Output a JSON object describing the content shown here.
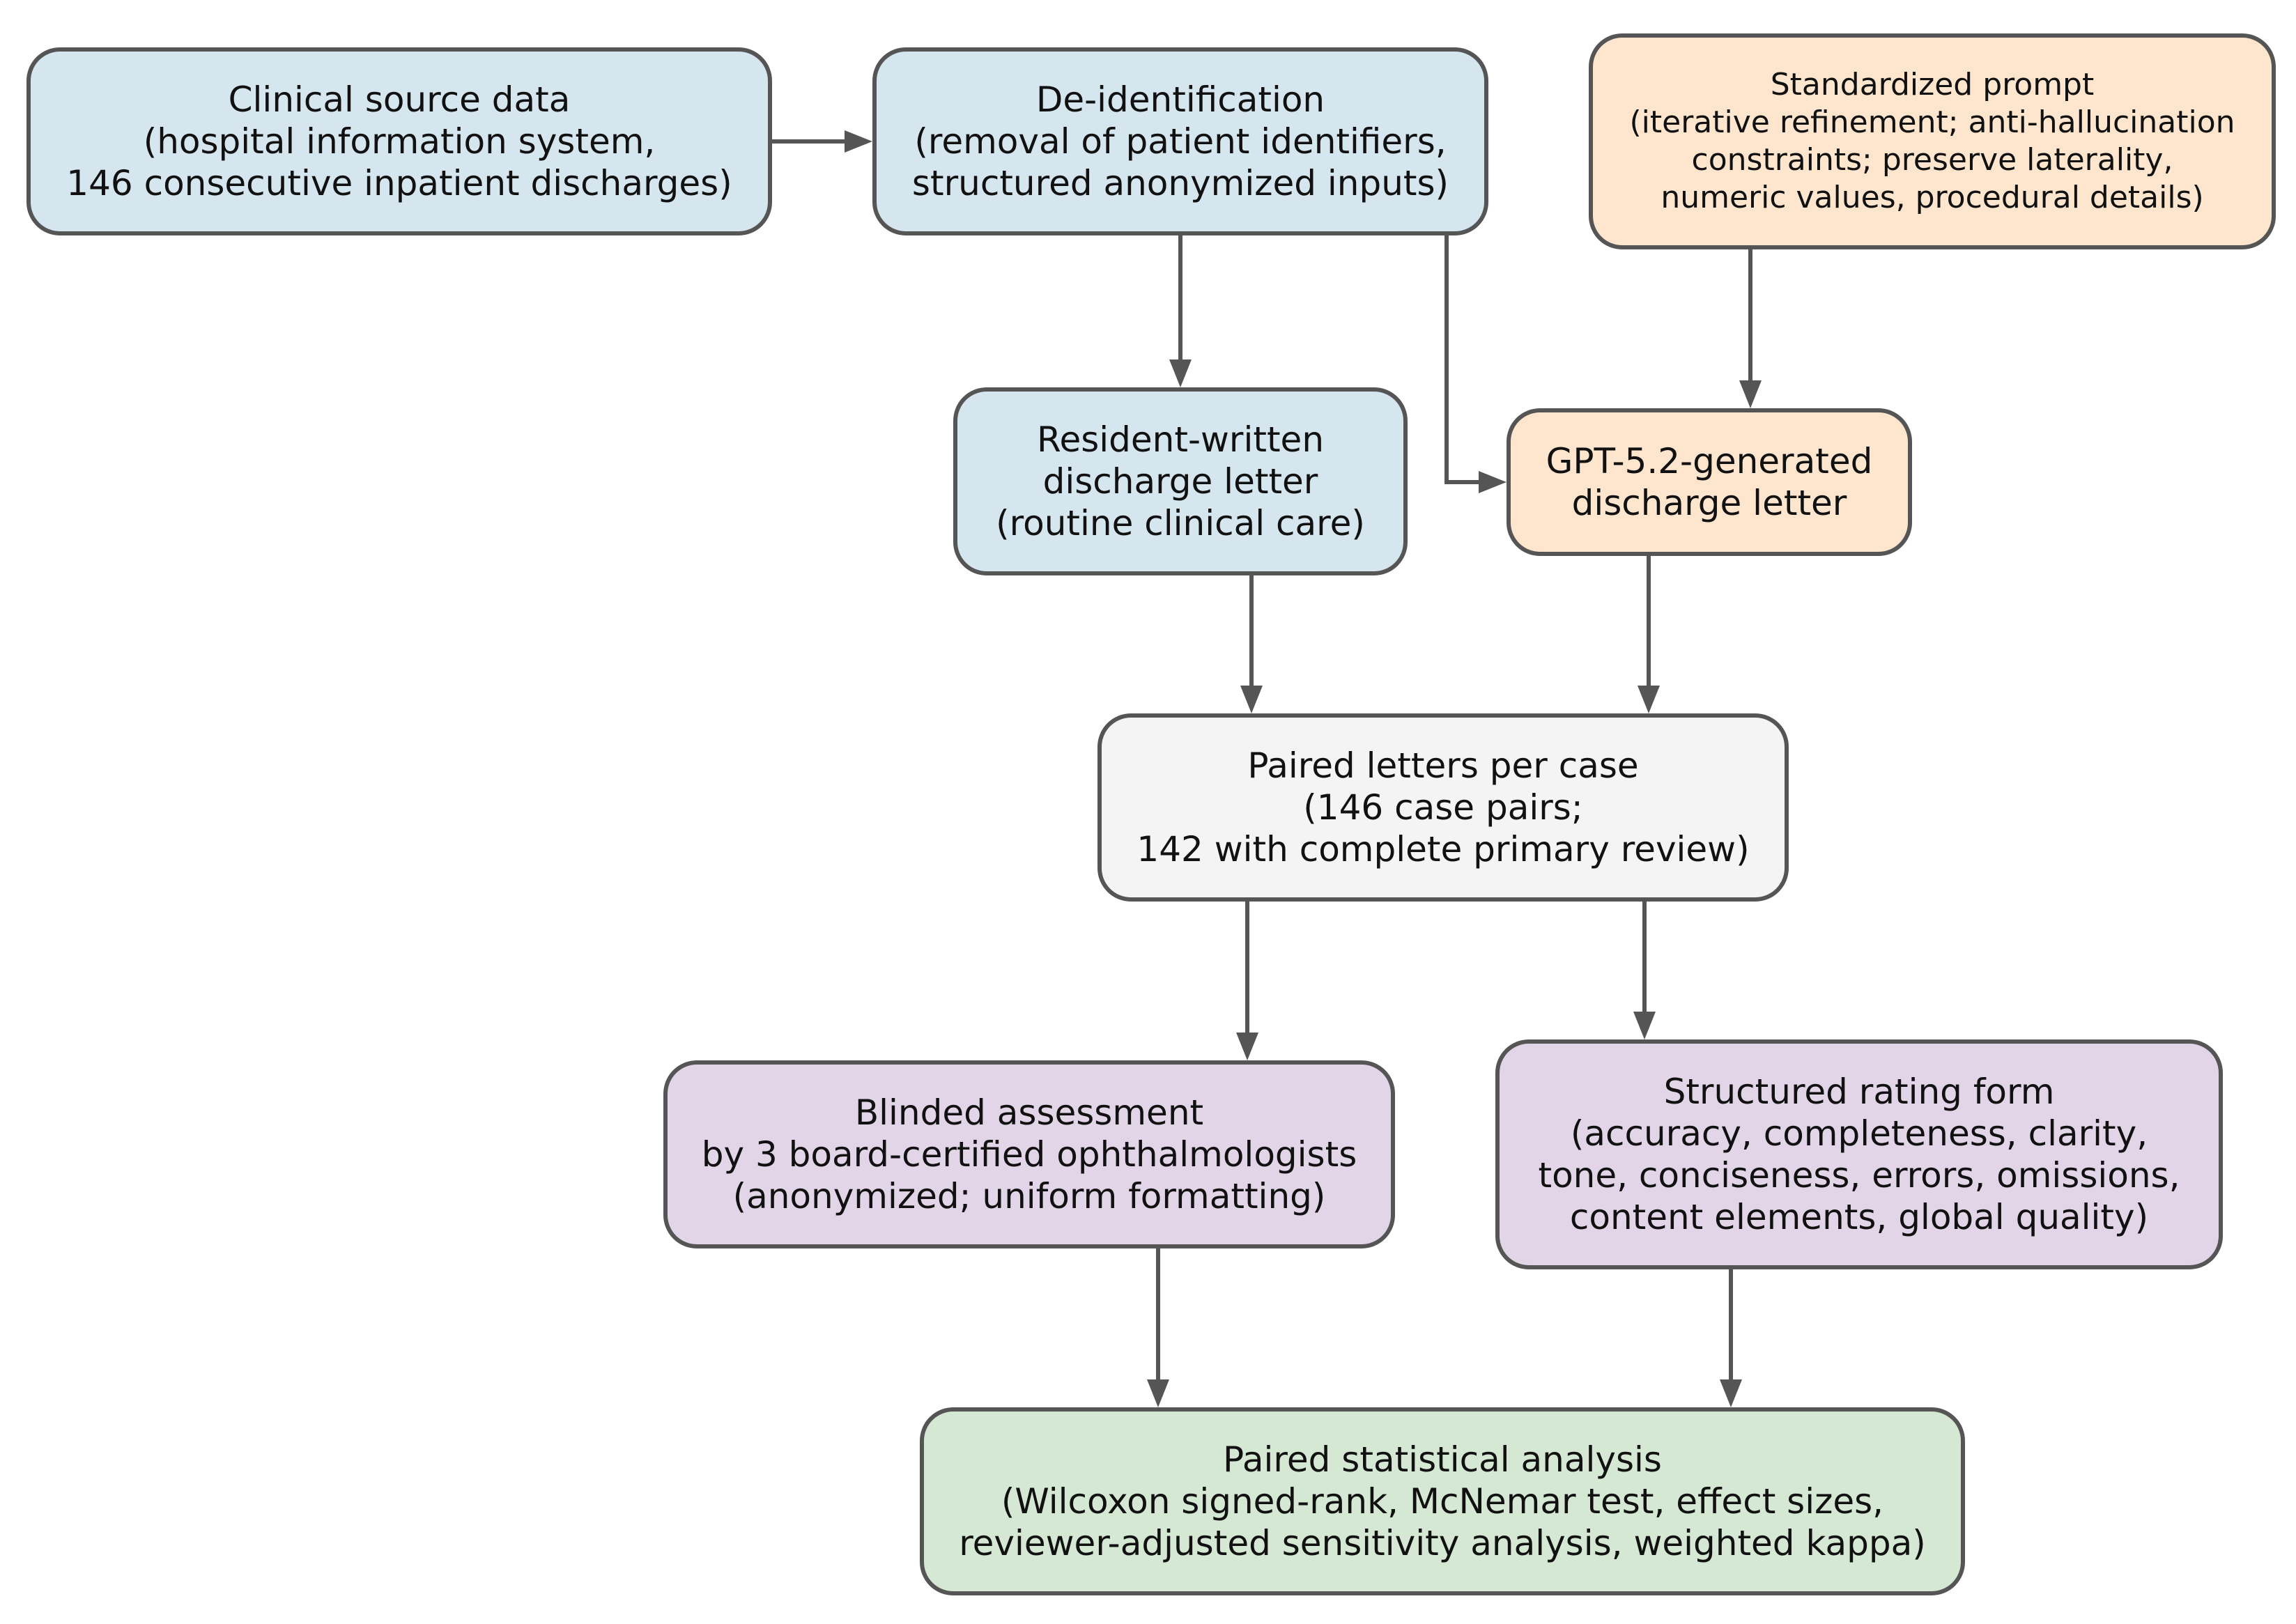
{
  "colors": {
    "blue": "#d5e6ee",
    "orange": "#fde5ce",
    "gray": "#f4f4f4",
    "purple": "#e2d5e7",
    "green": "#d5e8d4",
    "border": "#555555",
    "arrow": "#555555"
  },
  "nodes": {
    "source": {
      "color": "blue",
      "lines": [
        "Clinical source data",
        "(hospital information system,",
        "146 consecutive inpatient discharges)"
      ]
    },
    "deid": {
      "color": "blue",
      "lines": [
        "De-identification",
        "(removal of patient identifiers,",
        "structured anonymized inputs)"
      ]
    },
    "prompt": {
      "color": "orange",
      "lines": [
        "Standardized prompt",
        "(iterative refinement; anti-hallucination",
        "constraints; preserve laterality,",
        "numeric values, procedural details)"
      ]
    },
    "resident": {
      "color": "blue",
      "lines": [
        "Resident-written",
        "discharge letter",
        "(routine clinical care)"
      ]
    },
    "gpt": {
      "color": "orange",
      "lines": [
        "GPT-5.2-generated",
        "discharge letter"
      ]
    },
    "paired": {
      "color": "gray",
      "lines": [
        "Paired letters per case",
        "(146 case pairs;",
        "142 with complete primary review)"
      ]
    },
    "blinded": {
      "color": "purple",
      "lines": [
        "Blinded assessment",
        "by 3 board-certified ophthalmologists",
        "(anonymized; uniform formatting)"
      ]
    },
    "rating": {
      "color": "purple",
      "lines": [
        "Structured rating form",
        "(accuracy, completeness, clarity,",
        "tone, conciseness, errors, omissions,",
        "content elements, global quality)"
      ]
    },
    "stats": {
      "color": "green",
      "lines": [
        "Paired statistical analysis",
        "(Wilcoxon signed-rank, McNemar test, effect sizes,",
        "reviewer-adjusted sensitivity analysis, weighted kappa)"
      ]
    }
  },
  "edges": [
    {
      "from": "source",
      "to": "deid"
    },
    {
      "from": "deid",
      "to": "resident"
    },
    {
      "from": "deid",
      "to": "gpt"
    },
    {
      "from": "prompt",
      "to": "gpt"
    },
    {
      "from": "resident",
      "to": "paired"
    },
    {
      "from": "gpt",
      "to": "paired"
    },
    {
      "from": "paired",
      "to": "blinded"
    },
    {
      "from": "paired",
      "to": "rating"
    },
    {
      "from": "blinded",
      "to": "stats"
    },
    {
      "from": "rating",
      "to": "stats"
    }
  ]
}
